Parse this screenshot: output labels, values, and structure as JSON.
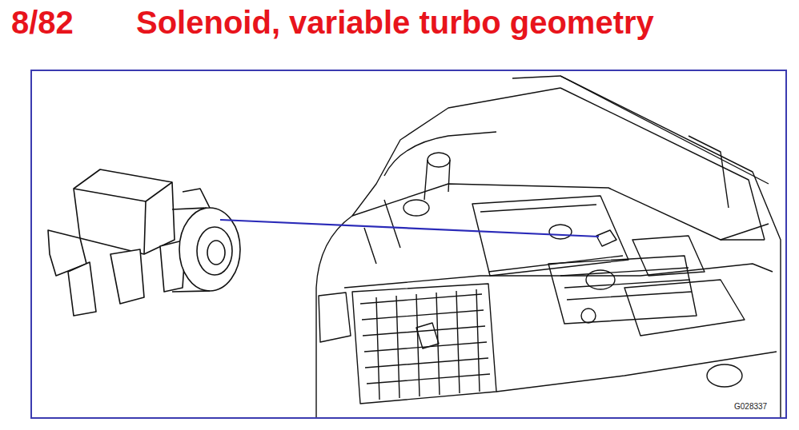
{
  "diagram": {
    "title": "Solenoid, variable turbo geometry",
    "labels": [
      "8/82",
      "G028337"
    ]
  }
}
